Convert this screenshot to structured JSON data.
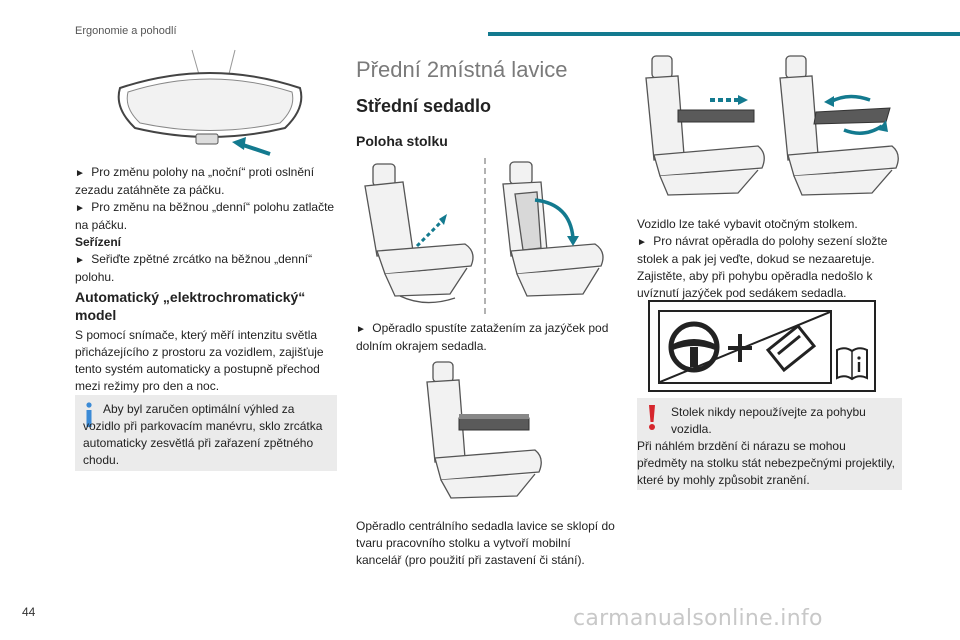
{
  "header": {
    "section": "Ergonomie a pohodlí"
  },
  "page_number": "44",
  "watermark": "carmanualsonline.info",
  "left_column": {
    "bullets_top": [
      "Pro změnu polohy na „noční“ proti oslnění zezadu zatáhněte za páčku.",
      "Pro změnu na běžnou „denní“ polohu zatlačte na páčku."
    ],
    "adjust_title": "Seřízení",
    "adjust_bullet": "Seřiďte zpětné zrcátko na běžnou „denní“ polohu.",
    "auto_heading": "Automatický „elektrochromatický“ model",
    "auto_body": "S pomocí snímače, který měří intenzitu světla přicházejícího z prostoru za vozidlem, zajišťuje tento systém automaticky a postupně přechod mezi režimy pro den a noc.",
    "info_note": "Aby byl zaručen optimální výhled za vozidlo při parkovacím manévru, sklo zrcátka automaticky zesvětlá při zařazení zpětného chodu."
  },
  "middle_column": {
    "title": "Přední 2místná lavice",
    "subtitle": "Střední sedadlo",
    "table_heading": "Poloha stolku",
    "bullet_1": "Opěradlo spustíte zatažením za jazýček pod dolním okrajem sedadla.",
    "body_2": "Opěradlo centrálního sedadla lavice se sklopí do tvaru pracovního stolku a vytvoří mobilní kancelář (pro použití při zastavení či stání)."
  },
  "right_column": {
    "body_1": "Vozidlo lze také vybavit otočným stolkem.",
    "bullet_1": "Pro návrat opěradla do polohy sezení složte stolek a pak jej veďte, dokud se nezaaretuje.",
    "body_2": "Zajistěte, aby při pohybu opěradla nedošlo k uvíznutí jazýček pod sedákem sedadla.",
    "warning_note_1": "Stolek nikdy nepoužívejte za pohybu vozidla.",
    "warning_note_2": "Při náhlém brzdění či nárazu se mohou předměty na stolku stát nebezpečnými projektily, které by mohly způsobit zranění."
  },
  "colors": {
    "accent": "#137a8f",
    "warning": "#d6262d",
    "info": "#3a8ad6"
  },
  "icons": [
    "arrow-bullet",
    "info-icon",
    "warning-icon",
    "steering-wheel-icon",
    "manual-book-icon"
  ]
}
